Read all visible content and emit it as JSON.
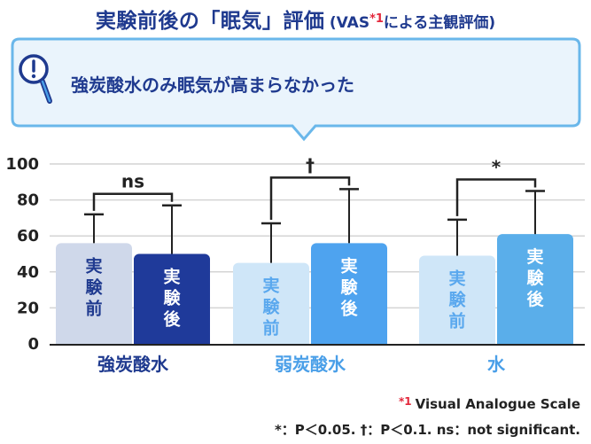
{
  "title": {
    "main": "実験前後の「眠気」評価",
    "sub_prefix": "(VAS",
    "sub_mark": "*1",
    "sub_suffix": "による主観評価)"
  },
  "callout": {
    "text": "強炭酸水のみ眠気が高まらなかった",
    "icon": "magnifier-exclamation-icon",
    "border_color": "#6ab7ea",
    "fill_color": "#eaf4fc"
  },
  "chart_data": {
    "type": "bar",
    "ylim": [
      0,
      100
    ],
    "yticks": [
      0,
      20,
      40,
      60,
      80,
      100
    ],
    "grid": true,
    "categories": [
      "強炭酸水",
      "弱炭酸水",
      "水"
    ],
    "bar_labels": [
      "実験前",
      "実験後"
    ],
    "groups": [
      {
        "name": "強炭酸水",
        "label_color": "#1f3a8f",
        "before": 56,
        "before_error": 72,
        "after": 50,
        "after_error": 77,
        "before_color": "#cfd8ea",
        "after_color": "#1f3a9a",
        "before_text_color": "#1f3a8f",
        "after_text_color": "#ffffff",
        "significance": "ns"
      },
      {
        "name": "弱炭酸水",
        "label_color": "#4a9fe8",
        "before": 45,
        "before_error": 67,
        "after": 56,
        "after_error": 86,
        "before_color": "#cfe6f8",
        "after_color": "#4ea3ef",
        "before_text_color": "#5aa8ee",
        "after_text_color": "#ffffff",
        "significance": "†"
      },
      {
        "name": "水",
        "label_color": "#4a9fe8",
        "before": 49,
        "before_error": 69,
        "after": 61,
        "after_error": 85,
        "before_color": "#cfe6f8",
        "after_color": "#5aaeea",
        "before_text_color": "#5aa8ee",
        "after_text_color": "#ffffff",
        "significance": "*"
      }
    ]
  },
  "footnotes": {
    "vas_mark": "*1",
    "vas_text": "Visual Analogue Scale",
    "significance": "*：P＜0.05. †：P＜0.1. ns：not significant."
  }
}
